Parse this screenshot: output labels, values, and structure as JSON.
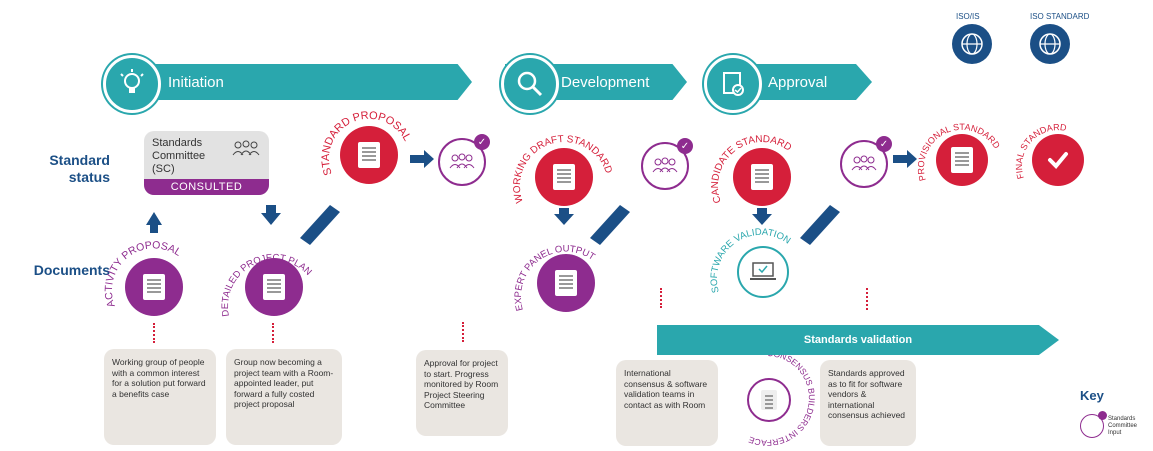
{
  "phases": [
    {
      "label": "Initiation",
      "icon": "lightbulb-icon"
    },
    {
      "label": "Development",
      "icon": "magnifier-icon"
    },
    {
      "label": "Approval",
      "icon": "document-check-icon"
    }
  ],
  "rows": {
    "standard_status": "Standard status",
    "documents": "Documents"
  },
  "committee": {
    "title": "Standards Committee (SC)",
    "badge": "CONSULTED"
  },
  "status_items": {
    "standard_proposal": "STANDARD PROPOSAL",
    "working_draft": "WORKING DRAFT STANDARD",
    "candidate": "CANDIDATE STANDARD",
    "provisional": "PROVISIONAL STANDARD",
    "final": "FINAL STANDARD"
  },
  "documents": {
    "activity_proposal": "ACTIVITY PROPOSAL",
    "detailed_plan": "DETAILED PROJECT PLAN",
    "expert_panel": "EXPERT PANEL OUTPUT",
    "software_validation": "SOFTWARE VALIDATION",
    "consensus_builders": "CONSENSUS BUILDERS INTERFACE"
  },
  "validation_banner": "Standards validation",
  "notes": {
    "n1": "Working group of people with a common interest for a solution put forward a benefits case",
    "n2": "Group now becoming a project team with a Room-appointed leader, put forward a fully costed project proposal",
    "n3": "Approval for project to start. Progress monitored by Room Project Steering Committee",
    "n4": "International consensus & software validation teams in contact as with Room",
    "n5": "Standards approved as to fit for software vendors & international consensus achieved"
  },
  "globes": [
    "ISO/IS",
    "ISO STANDARD"
  ],
  "key": {
    "title": "Key",
    "item": "Standards Committee Input"
  },
  "colors": {
    "teal": "#2aa7ad",
    "red": "#d51f3a",
    "purple": "#8e2c8f",
    "navy": "#1b4f86",
    "note_bg": "#eae6e1"
  }
}
